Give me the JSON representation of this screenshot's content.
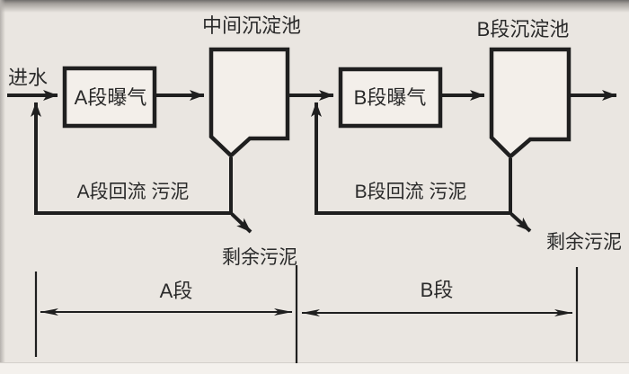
{
  "diagram": {
    "type": "process-flow",
    "subject": "AB two-stage activated sludge wastewater treatment process",
    "labels": {
      "influent": "进水",
      "a_aeration": "A段曝气",
      "intermediate_clarifier": "中间沉淀池",
      "b_aeration": "B段曝气",
      "b_clarifier": "B段沉淀池",
      "a_return_sludge": "A段回流 污泥",
      "b_return_sludge": "B段回流 污泥",
      "excess_sludge_a": "剩余污泥",
      "excess_sludge_b": "剩余污泥",
      "stage_a": "A段",
      "stage_b": "B段"
    },
    "colors": {
      "background": "#eae6e1",
      "line": "#1f1f1f",
      "shape_fill": "#f3efea",
      "text": "#2a2a2a",
      "photo_edge": "#6f6d6b"
    }
  }
}
